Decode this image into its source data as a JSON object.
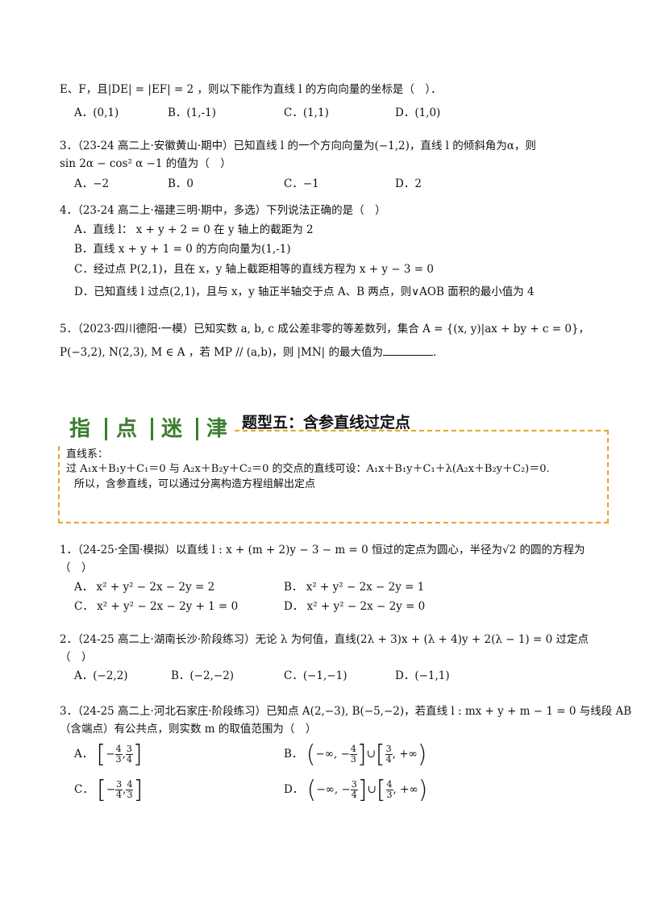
{
  "q_cont": {
    "stem": "E、F，且|DE| = |EF| = 2 ，则以下能作为直线 l 的方向向量的坐标是（　）．",
    "options": [
      "A．(0,1)",
      "B．(1,-1)",
      "C．(1,1)",
      "D．(1,0)"
    ]
  },
  "q3a": {
    "line1": "3．（23-24 高二上·安徽黄山·期中）已知直线 l 的一个方向向量为(−1,2)，直线 l 的倾斜角为α，则",
    "line2": "sin 2α − cos² α −1 的值为（　）",
    "options": [
      "A．−2",
      "B．0",
      "C．−1",
      "D．2"
    ]
  },
  "q4": {
    "stem": "4．（23-24 高二上·福建三明·期中，多选）下列说法正确的是（　）",
    "options": [
      "A．直线 l： x + y + 2 = 0 在 y 轴上的截距为 2",
      "B．直线 x + y + 1 = 0 的方向向量为(1,-1)",
      "C．经过点 P(2,1)，且在 x，y 轴上截距相等的直线方程为 x + y − 3 = 0",
      "D．已知直线 l 过点(2,1)，且与 x，y 轴正半轴交于点 A、B 两点，则∨AOB 面积的最小值为 4"
    ]
  },
  "q5": {
    "line1": "5．（2023·四川德阳·一模）已知实数 a, b, c 成公差非零的等差数列，集合 A = {(x, y)|ax + by + c = 0}，",
    "line2_a": "P(−3,2), N(2,3), M ∈ A ，若 MP // (a,b)，则 |MN| 的最大值为",
    "line2_b": "."
  },
  "tip": {
    "chars": [
      "指",
      "点",
      "迷",
      "津"
    ],
    "section_title": "题型五：含参直线过定点",
    "line1": "直线系：",
    "line2": "过 A₁x＋B₁y＋C₁＝0 与 A₂x＋B₂y＋C₂＝0 的交点的直线可设：A₁x＋B₁y＋C₁＋λ(A₂x＋B₂y＋C₂)＝0.",
    "line3": "所以，含参直线，可以通过分离构造方程组解出定点"
  },
  "p1": {
    "line1": "1．（24-25·全国·模拟）以直线 l : x + (m + 2)y − 3 − m = 0 恒过的定点为圆心，半径为√2 的圆的方程为",
    "line2": "（　）",
    "options": [
      "A．  x² + y² − 2x − 2y = 2",
      "B．  x² + y² − 2x − 2y = 1",
      "C．  x² + y² − 2x − 2y + 1 = 0",
      "D．  x² + y² − 2x − 2y = 0"
    ]
  },
  "p2": {
    "line1": "2．（24-25 高二上·湖南长沙·阶段练习）无论 λ 为何值，直线(2λ + 3)x + (λ + 4)y + 2(λ − 1) = 0 过定点",
    "line2": "（　）",
    "options": [
      "A．(−2,2)",
      "B．(−2,−2)",
      "C．(−1,−1)",
      "D．(−1,1)"
    ]
  },
  "p3": {
    "line1": "3．（24-25 高二上·河北石家庄·阶段练习）已知点 A(2,−3), B(−5,−2)，若直线 l : mx + y + m − 1 = 0 与线段 AB",
    "line2": "（含端点）有公共点，则实数 m 的取值范围为（　）",
    "opt_a_label": "A．",
    "opt_a_l": "−",
    "opt_a_n1": "4",
    "opt_a_d1": "3",
    "opt_a_sep": ",",
    "opt_a_n2": "3",
    "opt_a_d2": "4",
    "opt_b_label": "B．",
    "opt_b_pre": "−∞, −",
    "opt_b_n1": "4",
    "opt_b_d1": "3",
    "opt_b_mid": "∪",
    "opt_b_n2": "3",
    "opt_b_d2": "4",
    "opt_b_post": ", +∞",
    "opt_c_label": "C．",
    "opt_c_l": "−",
    "opt_c_n1": "3",
    "opt_c_d1": "4",
    "opt_c_sep": ",",
    "opt_c_n2": "4",
    "opt_c_d2": "3",
    "opt_d_label": "D．",
    "opt_d_pre": "−∞, −",
    "opt_d_n1": "3",
    "opt_d_d1": "4",
    "opt_d_mid": "∪",
    "opt_d_n2": "4",
    "opt_d_d2": "3",
    "opt_d_post": ", +∞"
  }
}
